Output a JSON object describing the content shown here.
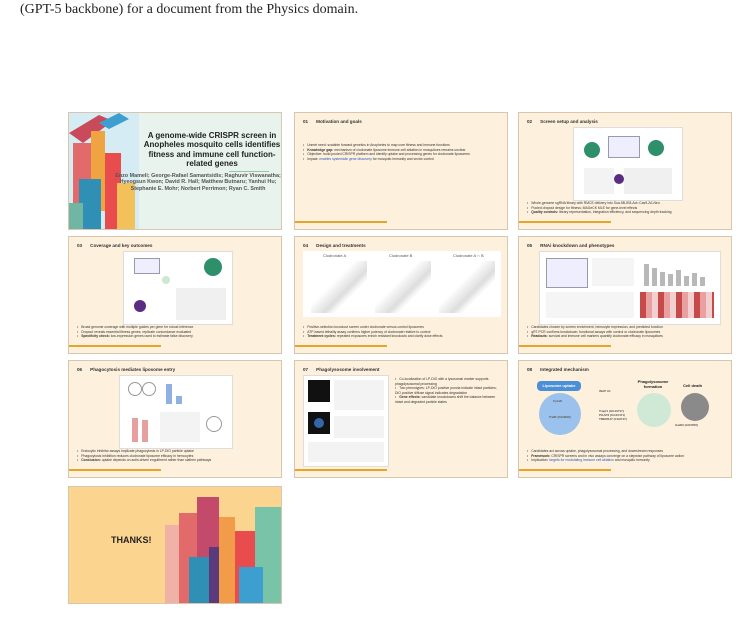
{
  "caption": "(GPT-5 backbone) for a document from the Physics domain.",
  "title_slide": {
    "title": "A genome-wide CRISPR screen in Anopheles mosquito cells identifies fitness and immune cell function-related genes",
    "authors": "Enzo Mameli; George-Rafael Samantsidis; Raghuvir Viswanatha; Hyeogsun Kwon; David R. Hall; Matthew Butnaru; Yanhui Hu; Stephanie E. Mohr; Norbert Perrimon; Ryan C. Smith"
  },
  "slides": [
    {
      "num": "01",
      "title": "Motivation and goals",
      "bullets": [
        {
          "text": "Unmet need: scalable forward genetics in Anopheles to map core fitness and immune functions"
        },
        {
          "bold": "Knowledge gap:",
          "text": " mechanism of clodronate liposome immune cell ablation in mosquitoes remains unclear"
        },
        {
          "text": "Objective: build pooled CRISPR platform and identify uptake and processing genes for clodronate liposomes"
        },
        {
          "text": "Impact: ",
          "blue": "enables systematic gene discovery",
          "after": " for mosquito immunity and vector control"
        }
      ]
    },
    {
      "num": "02",
      "title": "Screen setup and analysis",
      "bullets": [
        {
          "text": "Whole-genome sgRNA library with RMCE delivery into Sua-5B-IE8-Act::Cas9-2A-Neo"
        },
        {
          "text": "Pooled dropout design for fitness; MAGeCK MLE for gene-level effects"
        },
        {
          "bold": "Quality controls:",
          "text": " library representation, integration efficiency, and sequencing depth tracking"
        }
      ]
    },
    {
      "num": "03",
      "title": "Coverage and key outcomes",
      "bullets": [
        {
          "text": "Broad genome coverage with multiple guides per gene for robust inference"
        },
        {
          "text": "Dropout reveals essential fitness genes; replicate concordance evaluated"
        },
        {
          "bold": "Specificity check:",
          "text": " low-expression genes used to estimate false discovery"
        }
      ]
    },
    {
      "num": "04",
      "title": "Design and treatments",
      "panels": [
        "Clodronate A",
        "Clodronate B",
        "Clodronate A ∩ B"
      ],
      "bullets": [
        {
          "text": "Positive-selection knockout screen under clodronate versus control liposomes"
        },
        {
          "text": "ATP-based lethality assay confirms higher potency of clodronate relative to control"
        },
        {
          "bold": "Treatment cycles:",
          "text": " repeated exposures enrich resistant knockouts and clarify dose effects"
        }
      ]
    },
    {
      "num": "05",
      "title": "RNAi knockdown and phenotypes",
      "bullets": [
        {
          "text": "Candidates chosen by screen enrichment, hemocyte expression, and predicted function"
        },
        {
          "text": "qRT-PCR confirms knockdown; functional assays with control or clodronate liposomes"
        },
        {
          "bold": "Readouts:",
          "text": " survival and immune cell markers quantify clodronate efficacy in mosquitoes"
        }
      ]
    },
    {
      "num": "06",
      "title": "Phagocytosis mediates liposome entry",
      "bullets": [
        {
          "text": "Endocytic inhibitor assays implicate phagocytosis in LP-DiO particle uptake"
        },
        {
          "text": "Phagocytosis inhibition reduces clodronate liposome efficacy in hemocytes"
        },
        {
          "bold": "Conclusion:",
          "text": " uptake depends on actin-driven engulfment rather than clathrin pathways"
        }
      ]
    },
    {
      "num": "07",
      "title": "Phagolysosome involvement",
      "bullets": [
        {
          "text": "Co-localization of LP-DiO with a lysosomal marker supports phagolysosomal processing"
        },
        {
          "text": "Two phenotypes: LP-DiO positive puncta indicate intact particles; DiO positive diffuse signal indicates degradation"
        },
        {
          "bold": "Gene effects:",
          "text": " candidate knockdowns shift the balance between intact and degraded particle states"
        }
      ]
    },
    {
      "num": "08",
      "title": "Integrated mechanism",
      "diagram": {
        "uptake": "Liposome uptake",
        "cyto": "CytoR",
        "trafk": "TrafK (CG3000)",
        "inap": "INAP A1",
        "phago": "Phagolysosome formation",
        "genes": "Trapf1 (GG10717)\nPGAP3 (GG10471)\nTMEM147 (CG9717)",
        "death": "Cell death",
        "gat": "GatD3 (GG5650)"
      },
      "bullets": [
        {
          "text": "Candidates act across uptake, phagolysosomal processing, and downstream responses"
        },
        {
          "bold": "Framework:",
          "text": " CRISPR screens and in vivo assays converge on a stepwise pathway of liposome action"
        },
        {
          "text": "Implication: ",
          "blue": "targets for modulating immune cell ablation",
          "after": " and mosquito immunity"
        }
      ]
    }
  ],
  "thanks_slide": {
    "text": "THANKS!"
  }
}
